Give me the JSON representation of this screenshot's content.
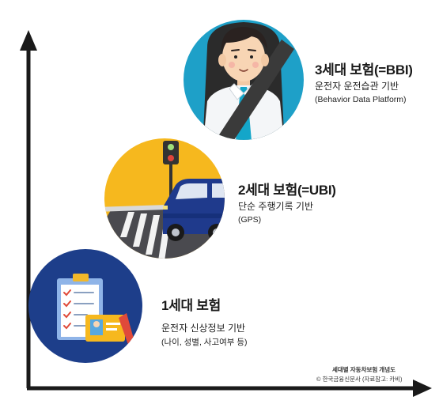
{
  "generations": [
    {
      "title": "3세대 보험(=BBI)",
      "description": "운전자 운전습관 기반",
      "detail": "(Behavior Data Platform)",
      "icon": "driver-icon",
      "circle_color": "#1ea0c8"
    },
    {
      "title": "2세대 보험(=UBI)",
      "description": "단순 주행기록 기반",
      "detail": "(GPS)",
      "icon": "car-traffic-light-icon",
      "circle_color": "#f6b81e"
    },
    {
      "title": "1세대 보험",
      "description": "운전자 신상정보 기반",
      "detail": "(나이, 성별, 사고여부 등)",
      "icon": "clipboard-form-icon",
      "circle_color": "#1d3e8a"
    }
  ],
  "caption": {
    "title": "세대별 자동차보험 개념도",
    "source": "© 한국금융신문사 (자료참고: 카비)"
  },
  "colors": {
    "axis": "#1a1a1a"
  }
}
